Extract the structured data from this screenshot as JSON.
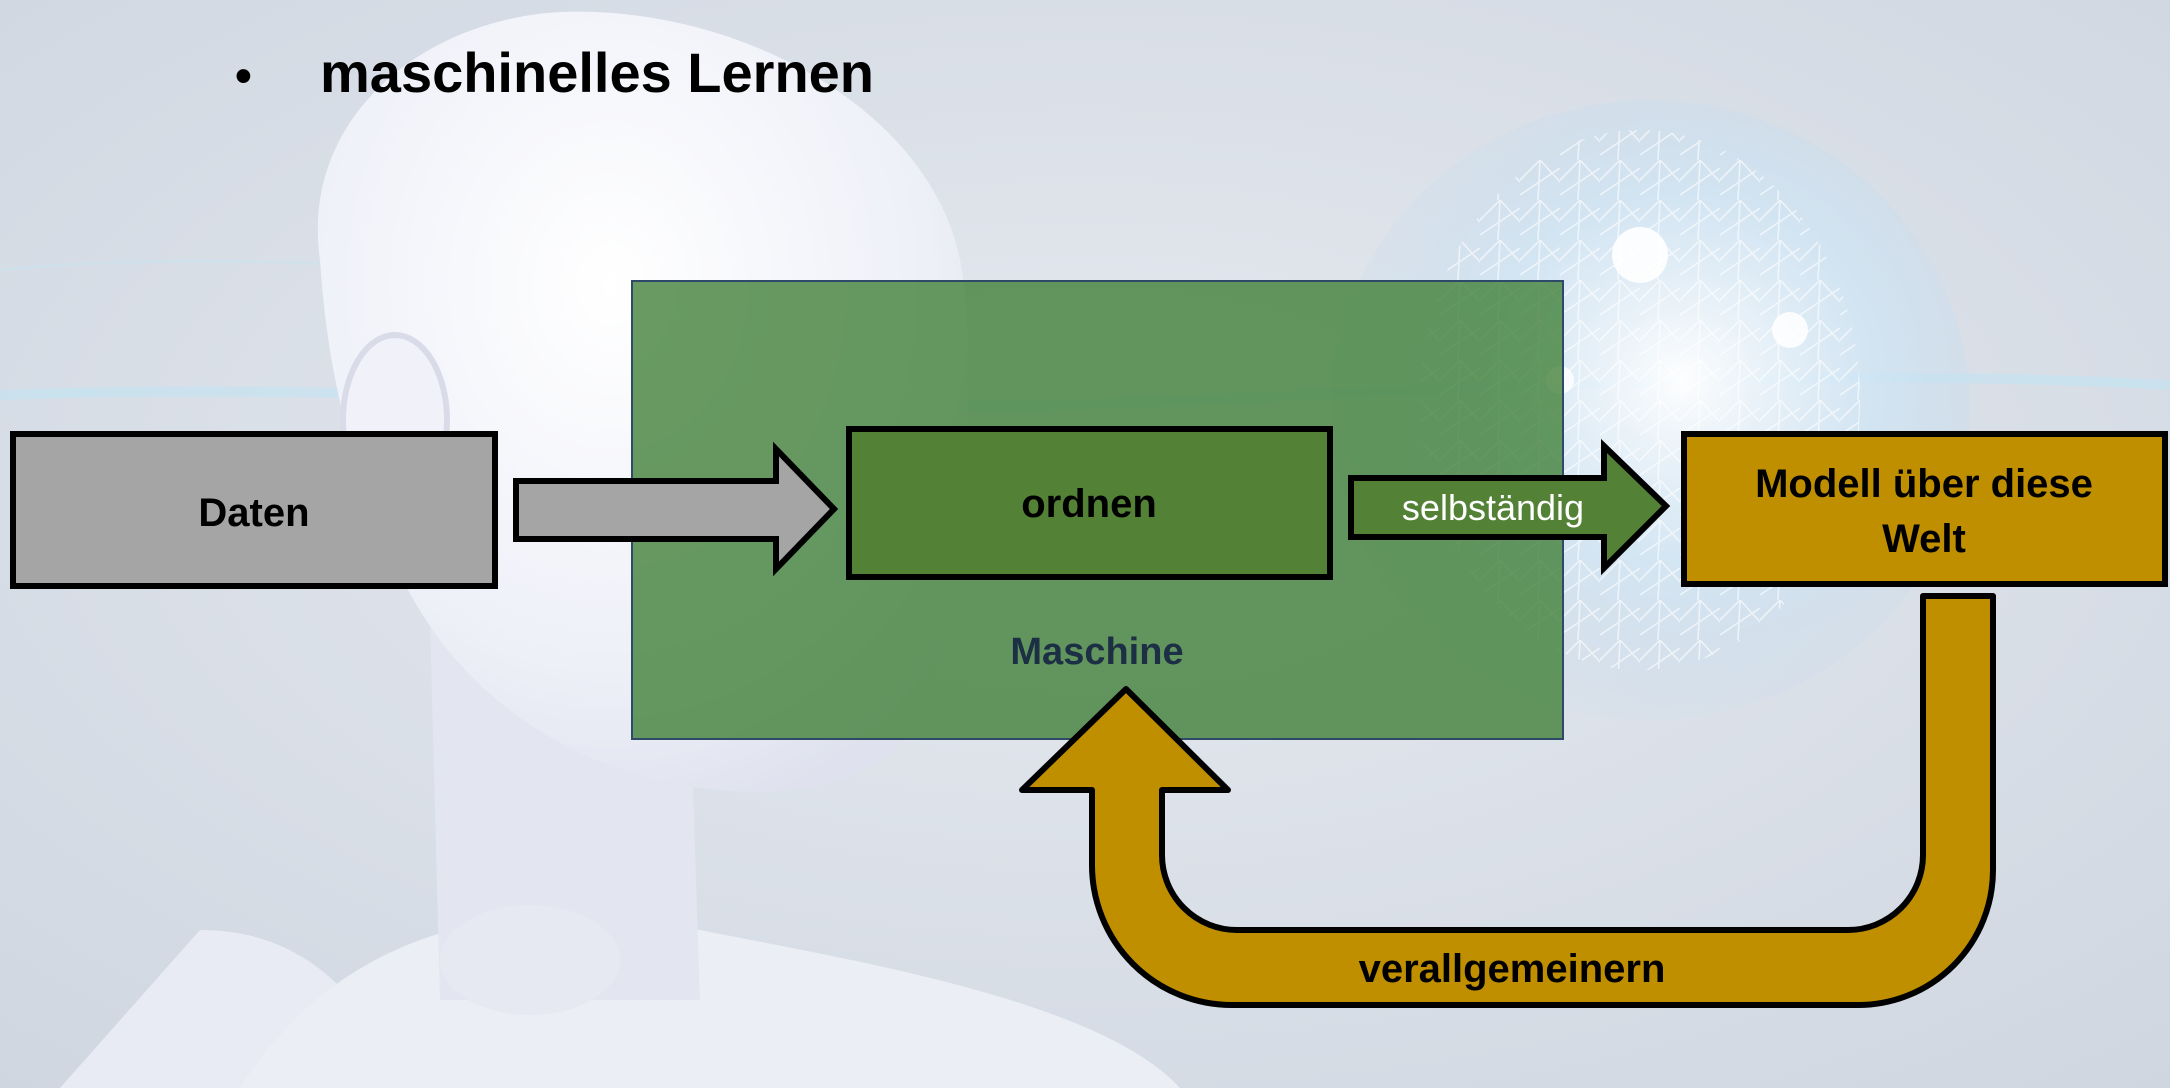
{
  "slide": {
    "bullet": "•",
    "title": "maschinelles Lernen"
  },
  "diagram": {
    "input_box": {
      "label": "Daten"
    },
    "process_box": {
      "label": "ordnen"
    },
    "machine_region": {
      "label": "Maschine"
    },
    "arrow_self": {
      "label": "selbständig"
    },
    "output_box": {
      "label_line1": "Modell über diese",
      "label_line2": "Welt"
    },
    "feedback_arrow": {
      "label": "verallgemeinern"
    }
  },
  "colors": {
    "gray_box": "#a5a5a5",
    "green_box": "#538135",
    "machine_bg": "#3e7d35",
    "gold": "#bf8f00",
    "outline": "#000000",
    "machine_text": "#1c2f44"
  }
}
